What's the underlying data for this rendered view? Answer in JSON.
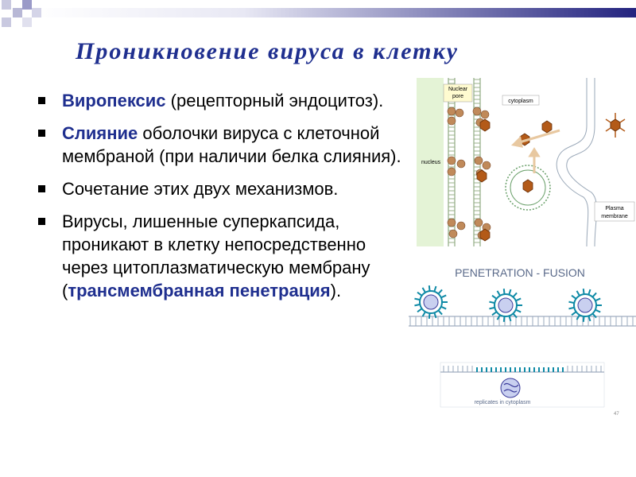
{
  "title": "Проникновение вируса в клетку",
  "bullets": [
    {
      "parts": [
        {
          "text": "Виропексис",
          "hl": true
        },
        {
          "text": " (рецепторный эндоцитоз).",
          "hl": false
        }
      ]
    },
    {
      "parts": [
        {
          "text": "Слияние",
          "hl": true
        },
        {
          "text": " оболочки вируса с клеточной мембраной (при наличии белка слияния).",
          "hl": false
        }
      ]
    },
    {
      "parts": [
        {
          "text": "Сочетание этих двух механизмов.",
          "hl": false
        }
      ]
    },
    {
      "parts": [
        {
          "text": "Вирусы, лишенные суперкапсида, проникают в клетку непосредственно через цитоплазматическую мембрану (",
          "hl": false
        },
        {
          "text": "трансмембранная пенетрация",
          "hl": true
        },
        {
          "text": ").",
          "hl": false
        }
      ]
    }
  ],
  "diagram_top": {
    "nuclear_pore_line1": "Nuclear",
    "nuclear_pore_line2": "pore",
    "cytoplasm": "cytoplasm",
    "nucleus": "nucleus",
    "plasma_line1": "Plasma",
    "plasma_line2": "membrane"
  },
  "diagram_bottom": {
    "title": "PENETRATION - FUSION",
    "caption": "replicates in cytoplasm",
    "page_number": "47"
  },
  "colors": {
    "title": "#1f2f8f",
    "highlight": "#1f2f8f",
    "topbar": "#2a2a8a",
    "virus": "#b35a18",
    "spike": "#0f8aa6"
  }
}
